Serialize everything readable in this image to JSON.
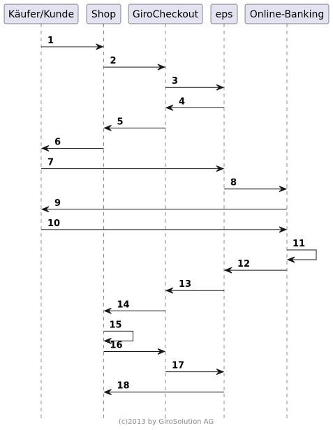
{
  "participants": [
    {
      "id": "kunde",
      "label": "Käufer/Kunde"
    },
    {
      "id": "shop",
      "label": "Shop"
    },
    {
      "id": "giro",
      "label": "GiroCheckout"
    },
    {
      "id": "eps",
      "label": "eps"
    },
    {
      "id": "bank",
      "label": "Online-Banking"
    }
  ],
  "messages": [
    {
      "label": "1",
      "from": "kunde",
      "to": "shop"
    },
    {
      "label": "2",
      "from": "shop",
      "to": "giro"
    },
    {
      "label": "3",
      "from": "giro",
      "to": "eps"
    },
    {
      "label": "4",
      "from": "eps",
      "to": "giro"
    },
    {
      "label": "5",
      "from": "giro",
      "to": "shop"
    },
    {
      "label": "6",
      "from": "shop",
      "to": "kunde"
    },
    {
      "label": "7",
      "from": "kunde",
      "to": "eps"
    },
    {
      "label": "8",
      "from": "eps",
      "to": "bank"
    },
    {
      "label": "9",
      "from": "bank",
      "to": "kunde"
    },
    {
      "label": "10",
      "from": "kunde",
      "to": "bank"
    },
    {
      "label": "11",
      "from": "bank",
      "to": "bank"
    },
    {
      "label": "12",
      "from": "bank",
      "to": "eps"
    },
    {
      "label": "13",
      "from": "eps",
      "to": "giro"
    },
    {
      "label": "14",
      "from": "giro",
      "to": "shop"
    },
    {
      "label": "15",
      "from": "shop",
      "to": "shop"
    },
    {
      "label": "16",
      "from": "shop",
      "to": "giro"
    },
    {
      "label": "17",
      "from": "giro",
      "to": "eps"
    },
    {
      "label": "18",
      "from": "eps",
      "to": "shop"
    }
  ],
  "footer": "(c)2013 by GiroSolution AG",
  "colors": {
    "participant_fill": "#e2e2f0",
    "line": "#181818",
    "footer_text": "#888888"
  }
}
